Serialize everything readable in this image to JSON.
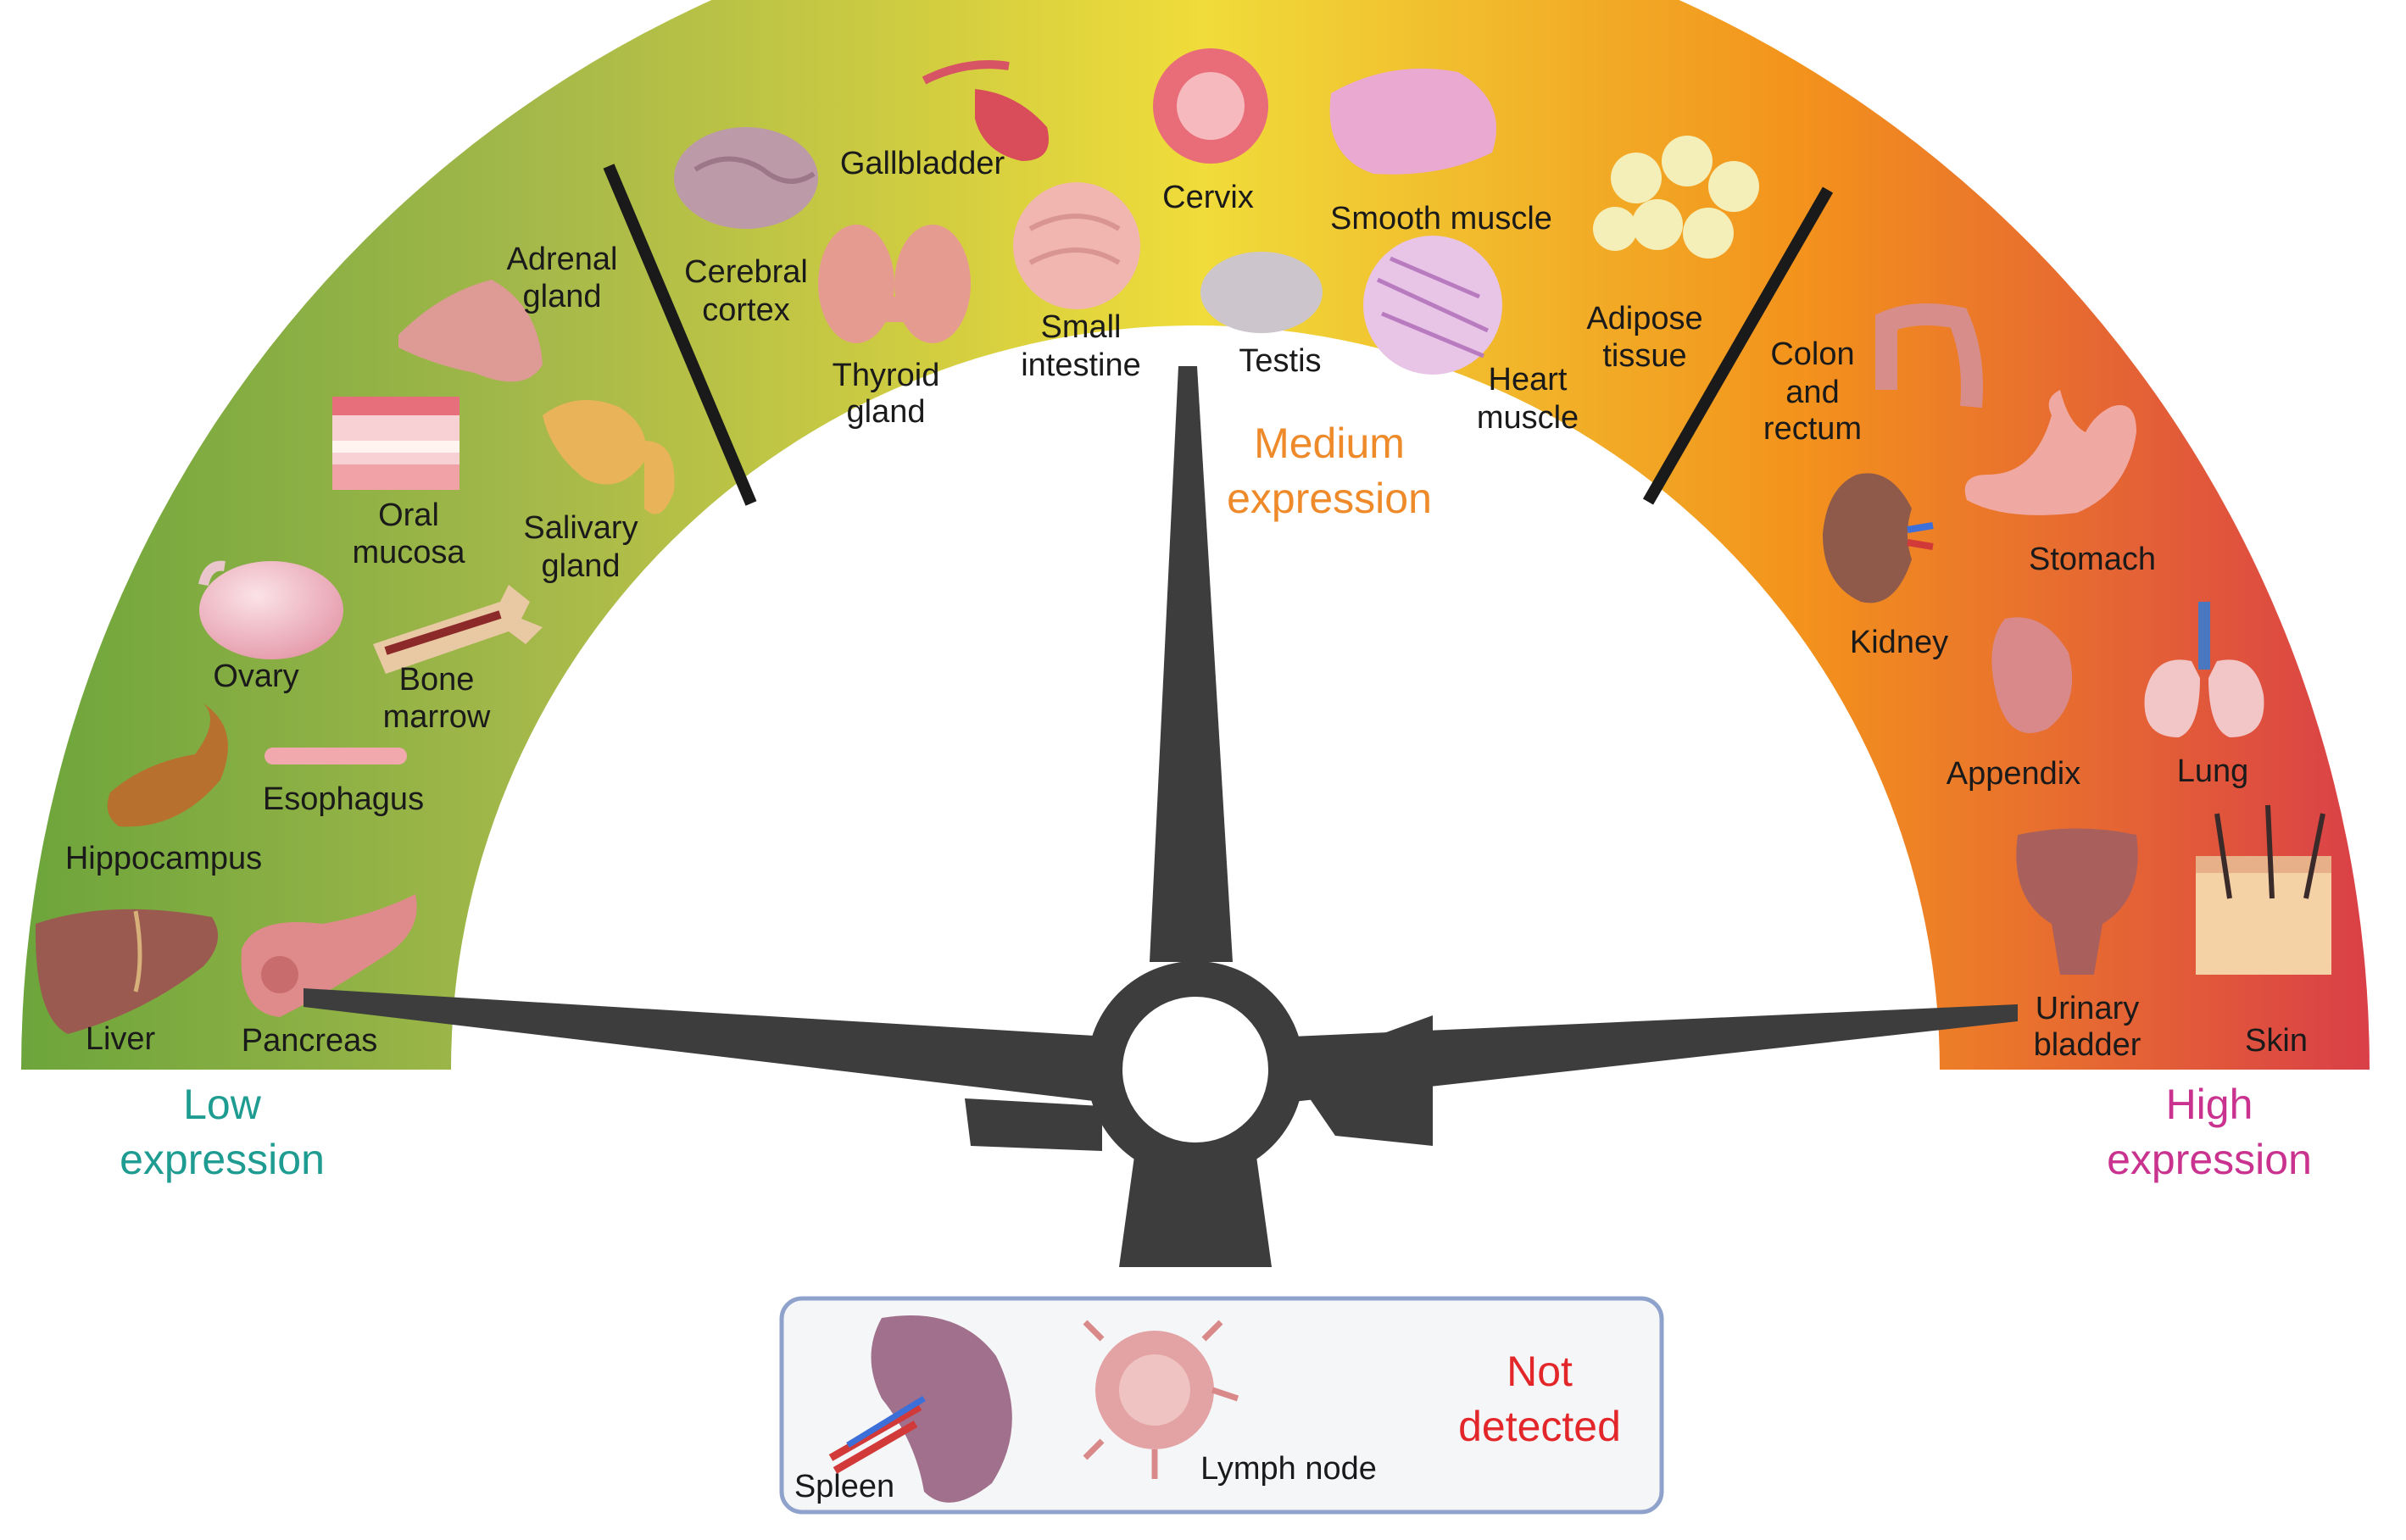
{
  "colors": {
    "gauge_low": "#6aa43b",
    "gauge_mid": "#f0dc3a",
    "gauge_orange": "#f3921c",
    "gauge_high": "#d83a4a",
    "needle": "#3d3d3d",
    "low_text": "#1e9c91",
    "medium_text": "#ee8a2a",
    "high_text": "#c9338f",
    "not_detected_text": "#e3262a",
    "box_border": "#8ea2cc",
    "box_fill": "#f5f6f8"
  },
  "groups": {
    "low": "Low expression",
    "medium": "Medium expression",
    "high": "High expression"
  },
  "organs": {
    "liver": "Liver",
    "pancreas": "Pancreas",
    "hippocampus": "Hippocampus",
    "esophagus": "Esophagus",
    "ovary": "Ovary",
    "bone_marrow": "Bone marrow",
    "oral_mucosa": "Oral mucosa",
    "salivary_gland": "Salivary gland",
    "adrenal_gland": "Adrenal gland",
    "cerebral_cortex": "Cerebral cortex",
    "thyroid_gland": "Thyroid gland",
    "gallbladder": "Gallbladder",
    "small_intestine": "Small intestine",
    "cervix": "Cervix",
    "testis": "Testis",
    "smooth_muscle": "Smooth muscle",
    "heart_muscle": "Heart muscle",
    "adipose_tissue": "Adipose tissue",
    "colon_rectum": "Colon and rectum",
    "stomach": "Stomach",
    "kidney": "Kidney",
    "appendix": "Appendix",
    "lung": "Lung",
    "urinary_bladder": "Urinary bladder",
    "skin": "Skin"
  },
  "not_detected": {
    "label": "Not detected",
    "spleen": "Spleen",
    "lymph_node": "Lymph node"
  }
}
